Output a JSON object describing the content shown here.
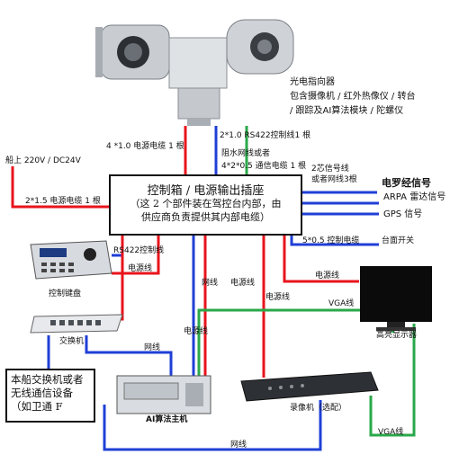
{
  "control_box": {
    "title": "控制箱 / 电源输出插座",
    "line1": "（这 2 个部件装在驾控台内部，由",
    "line2": "供应商负责提供其内部电缆）"
  },
  "camera": {
    "label1": "光电指向器",
    "label2": "包含摄像机 / 红外热像仪 / 转台",
    "label3": "/ 跟踪及AI算法模块 / 陀螺仪"
  },
  "cables": {
    "power_top": "4 *1.0 电源电缆 1 根",
    "rs422_top": "2*1.0 RS422控制线1 根",
    "network_line1": "阻水网线或者",
    "network_line2": "4*2*0.5 通信电缆 1 根",
    "ship_power": "船上 220V / DC24V",
    "power_left": "2*1.5 电源电缆 1 根",
    "signal_line1": "2芯信号线",
    "signal_line2": "或者网线3根",
    "control_cable": "5*0.5 控制电缆",
    "keyboard_rs422": "RS422控制线",
    "keyboard_power": "电源线",
    "net1": "网线",
    "power1": "电源线",
    "power2": "电源线",
    "power_monitor": "电源线",
    "vga1": "VGA线",
    "power_switch": "电源线",
    "net_switch": "网线",
    "vga2": "VGA线",
    "net_bottom": "网线"
  },
  "devices": {
    "compass": "电罗经信号",
    "arpa": "ARPA 雷达信号",
    "gps": "GPS 信号",
    "panel_switch": "台面开关",
    "keyboard": "控制键盘",
    "switch": "交换机",
    "monitor": "高亮显示器",
    "ai_host": "AI算法主机",
    "recorder": "录像机（选配）",
    "ship_note": "本船交换机或者无线通信设备（如卫通 F"
  },
  "colors": {
    "power": "#e8141c",
    "signal": "#1f3fd6",
    "vga": "#2aa84a"
  }
}
